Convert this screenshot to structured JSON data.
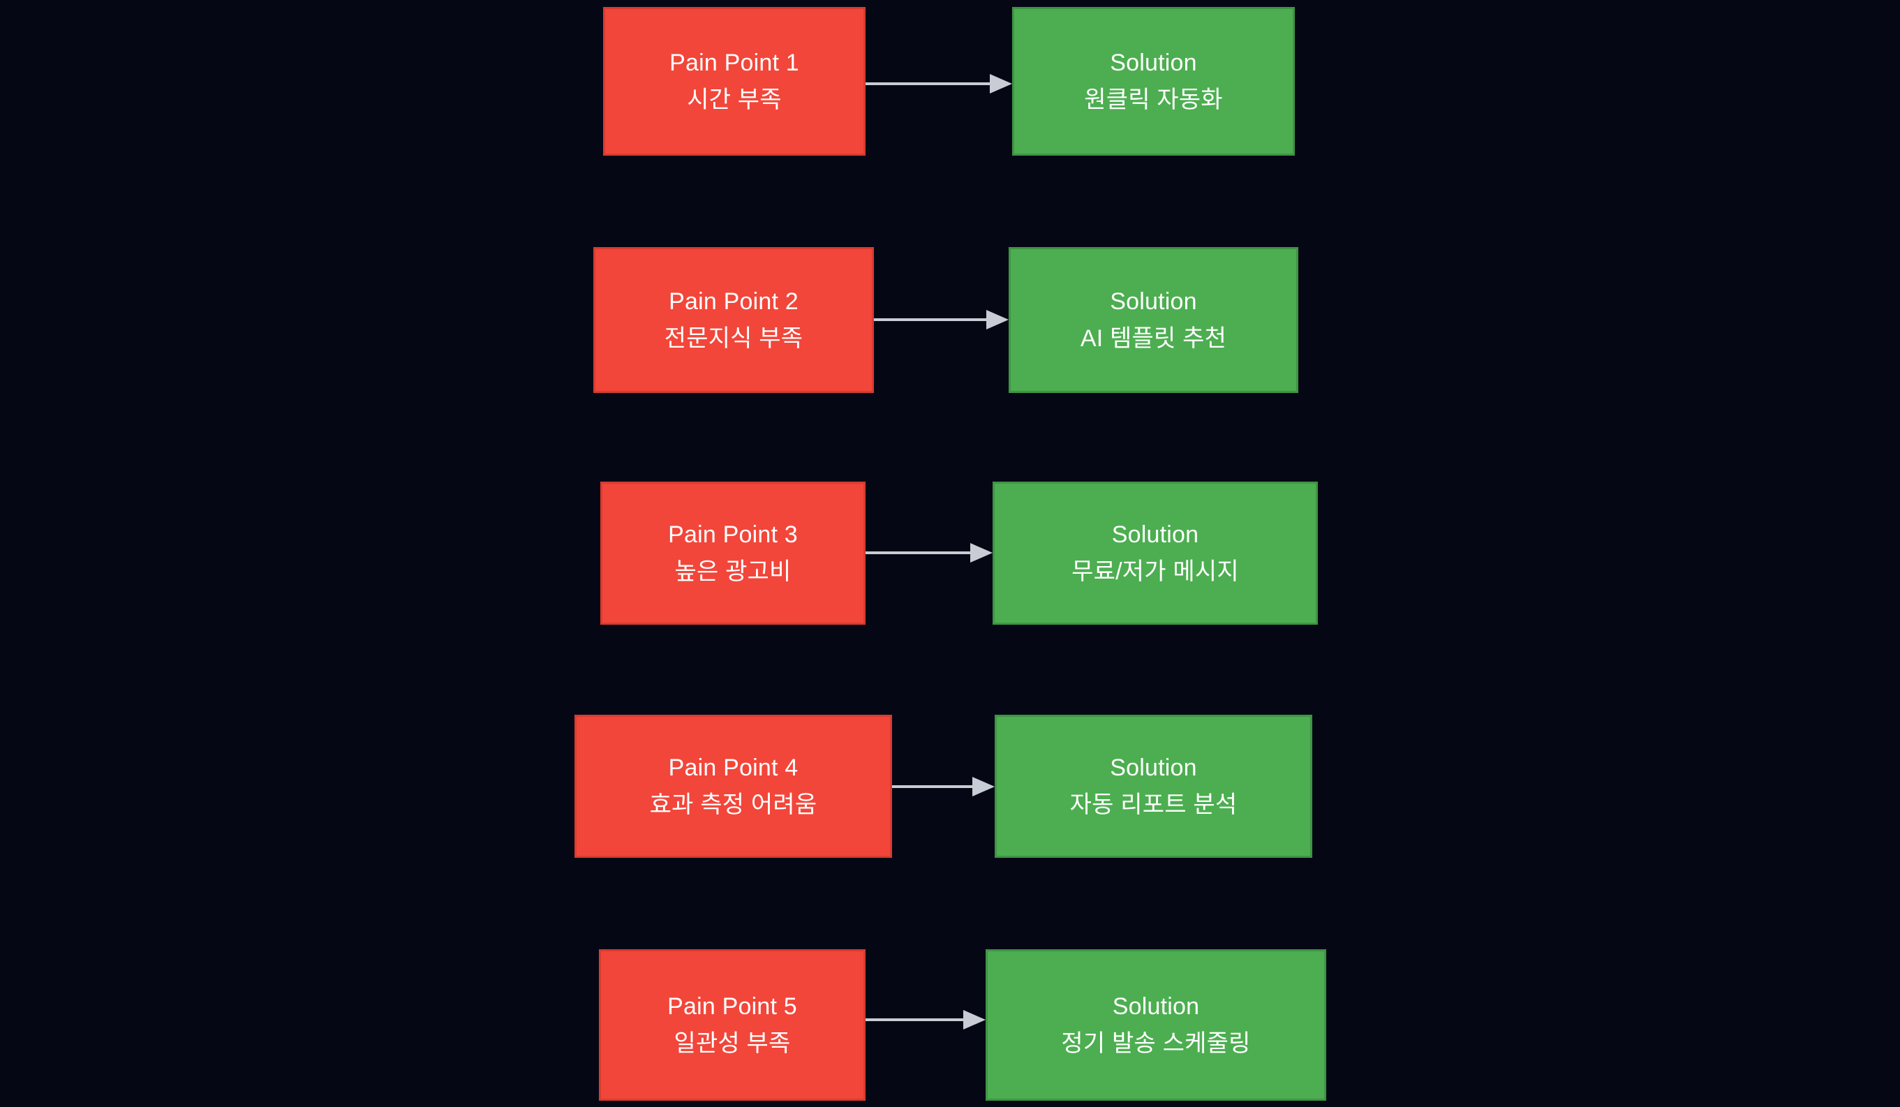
{
  "diagram": {
    "type": "flowchart",
    "background_color": "#050814",
    "pain_color": "#f2463a",
    "solution_color": "#4cae50",
    "arrow_color": "#c8ccd4",
    "text_color": "#ffffff",
    "direction": "left-to-right",
    "row_count": 5,
    "rows": [
      {
        "pain": {
          "title": "Pain Point 1",
          "detail": "시간 부족"
        },
        "solution": {
          "title": "Solution",
          "detail": "원클릭 자동화"
        },
        "arrow_label": ""
      },
      {
        "pain": {
          "title": "Pain Point 2",
          "detail": "전문지식 부족"
        },
        "solution": {
          "title": "Solution",
          "detail": "AI 템플릿 추천"
        },
        "arrow_label": ""
      },
      {
        "pain": {
          "title": "Pain Point 3",
          "detail": "높은 광고비"
        },
        "solution": {
          "title": "Solution",
          "detail": "무료/저가 메시지"
        },
        "arrow_label": ""
      },
      {
        "pain": {
          "title": "Pain Point 4",
          "detail": "효과 측정 어려움"
        },
        "solution": {
          "title": "Solution",
          "detail": "자동 리포트 분석"
        },
        "arrow_label": ""
      },
      {
        "pain": {
          "title": "Pain Point 5",
          "detail": "일관성 부족"
        },
        "solution": {
          "title": "Solution",
          "detail": "정기 발송 스케줄링"
        },
        "arrow_label": ""
      }
    ]
  }
}
